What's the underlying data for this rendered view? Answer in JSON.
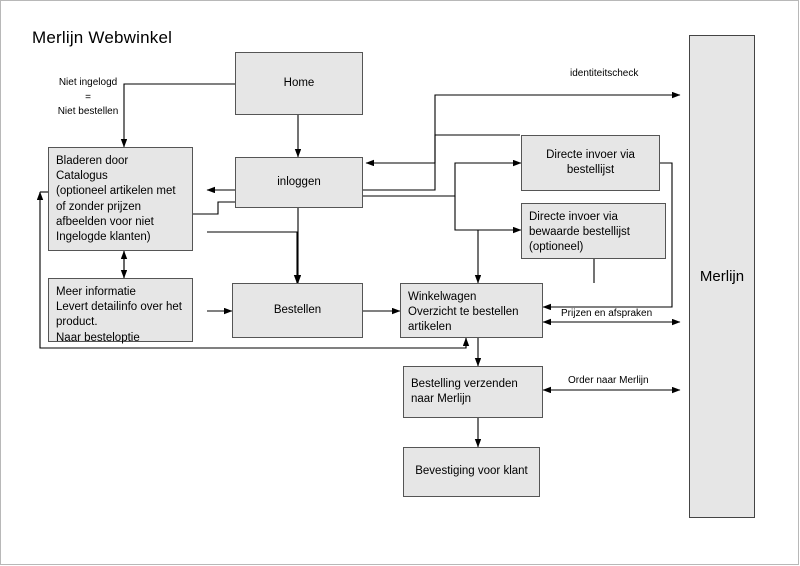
{
  "diagram": {
    "title": "Merlijn Webwinkel",
    "type": "flowchart",
    "note": "Niet  ingelogd\n=\nNiet  bestellen",
    "nodes": [
      {
        "id": "home",
        "label": "Home"
      },
      {
        "id": "catalogus",
        "label": "Bladeren door\nCatalogus\n(optioneel artikelen met\n of  zonder prijzen\nafbeelden voor niet\nIngelogde klanten)"
      },
      {
        "id": "inloggen",
        "label": "inloggen"
      },
      {
        "id": "meer-informatie",
        "label": "Meer informatie\nLevert detailinfo over het\nproduct.\nNaar besteloptie"
      },
      {
        "id": "bestellen",
        "label": "Bestellen"
      },
      {
        "id": "winkelwagen",
        "label": "Winkelwagen\nOverzicht te bestellen\nartikelen"
      },
      {
        "id": "directe-invoer-bestellijst",
        "label": "Directe invoer via\nbestellijst"
      },
      {
        "id": "directe-invoer-bewaarde",
        "label": "Directe invoer via\nbewaarde bestellijst\n(optioneel)"
      },
      {
        "id": "bestelling-verzenden",
        "label": "Bestelling verzenden\nnaar Merlijn"
      },
      {
        "id": "bevestiging",
        "label": "Bevestiging voor klant"
      },
      {
        "id": "merlijn",
        "label": "Merlijn"
      }
    ],
    "edge_labels": [
      {
        "id": "identiteitscheck",
        "label": "identiteitscheck"
      },
      {
        "id": "prijzen-en-afspraken",
        "label": "Prijzen en afspraken"
      },
      {
        "id": "order-naar-merlijn",
        "label": "Order naar Merlijn"
      }
    ],
    "colors": {
      "node_fill": "#e6e6e6",
      "node_stroke": "#555555",
      "line": "#000000",
      "background": "#ffffff"
    }
  }
}
